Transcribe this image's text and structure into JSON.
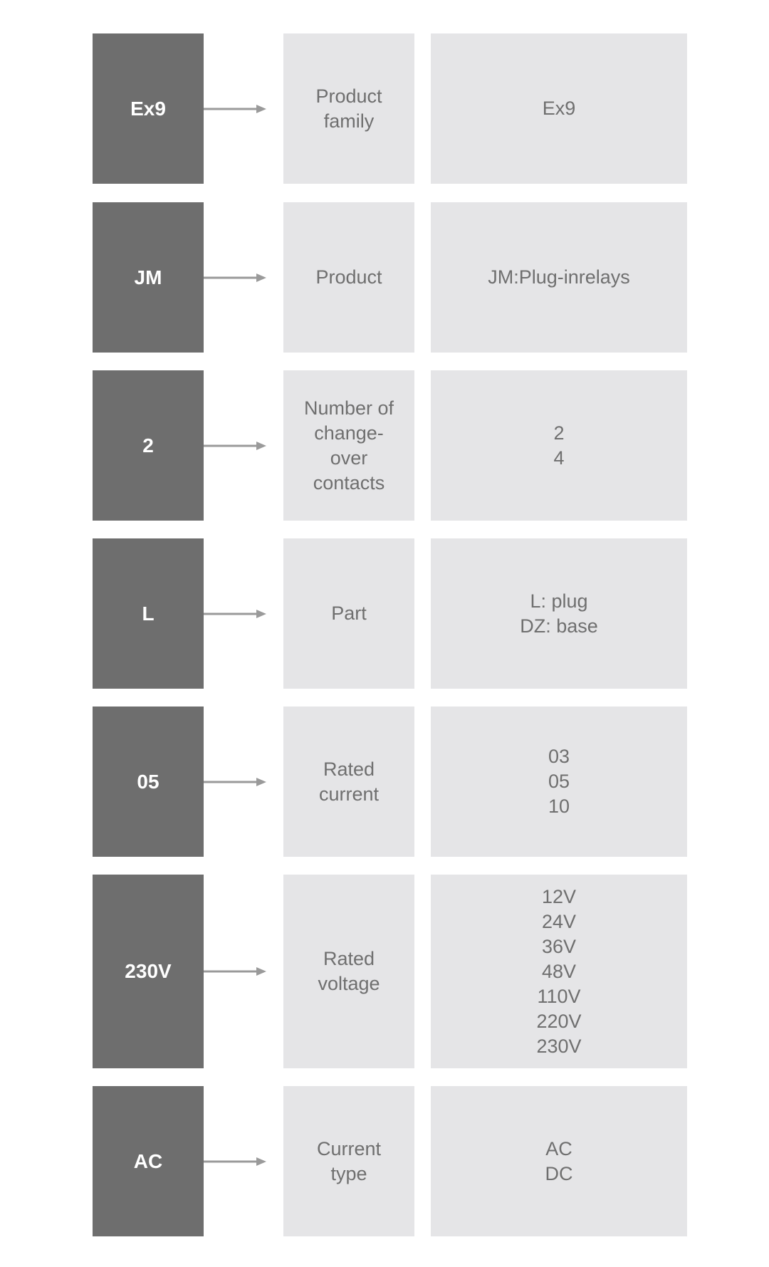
{
  "rows": [
    {
      "code": "Ex9",
      "description": [
        "Product",
        "family"
      ],
      "options": [
        "Ex9"
      ]
    },
    {
      "code": "JM",
      "description": [
        "Product"
      ],
      "options": [
        "JM:Plug-inrelays"
      ]
    },
    {
      "code": "2",
      "description": [
        "Number of",
        "change-",
        "over",
        "contacts"
      ],
      "options": [
        "2",
        "4"
      ]
    },
    {
      "code": "L",
      "description": [
        "Part"
      ],
      "options": [
        "L: plug",
        "DZ: base"
      ]
    },
    {
      "code": "05",
      "description": [
        "Rated",
        "current"
      ],
      "options": [
        "03",
        "05",
        "10"
      ]
    },
    {
      "code": "230V",
      "description": [
        "Rated",
        "voltage"
      ],
      "options": [
        "12V",
        "24V",
        "36V",
        "48V",
        "110V",
        "220V",
        "230V"
      ]
    },
    {
      "code": "AC",
      "description": [
        "Current",
        "type"
      ],
      "options": [
        "AC",
        "DC"
      ]
    }
  ],
  "colors": {
    "code_box": "#6e6e6e",
    "code_text": "#ffffff",
    "cell_bg": "#e5e5e7",
    "cell_text": "#6f6f6f",
    "arrow": "#9a9a9a"
  }
}
